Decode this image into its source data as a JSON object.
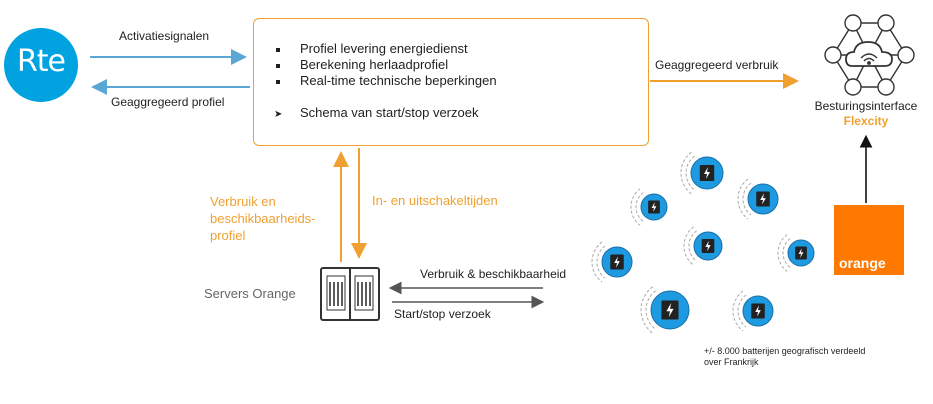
{
  "rte": {
    "logo_text": "Rte",
    "color": "#00a3e0"
  },
  "arrows": {
    "activation": "Activatiesignalen",
    "aggregated_profile": "Geaggregeerd profiel",
    "aggregated_consumption": "Geaggregeerd verbruik",
    "consumption_availability_profile": "Verbruik en beschikbaarheids-profiel",
    "switch_times": "In- en uitschakeltijden",
    "consumption_availability": "Verbruik & beschikbaarheid",
    "start_stop_request": "Start/stop verzoek"
  },
  "process_box": {
    "items": [
      "Profiel levering energiedienst",
      "Berekening herlaadprofiel",
      "Real-time technische beperkingen"
    ],
    "schedule": "Schema van start/stop verzoek"
  },
  "servers": {
    "label": "Servers Orange"
  },
  "interface": {
    "title": "Besturingsinterface",
    "brand": "Flexcity"
  },
  "orange": {
    "logo_text": "orange",
    "color": "#ff7900"
  },
  "batteries": {
    "caption_line1": "+/- 8.000 batterijen geografisch verdeeld",
    "caption_line2": "over Frankrijk"
  },
  "colors": {
    "accent_orange": "#f0a030",
    "blue_arrow": "#5aa7d6",
    "battery_blue": "#1e9be0"
  }
}
